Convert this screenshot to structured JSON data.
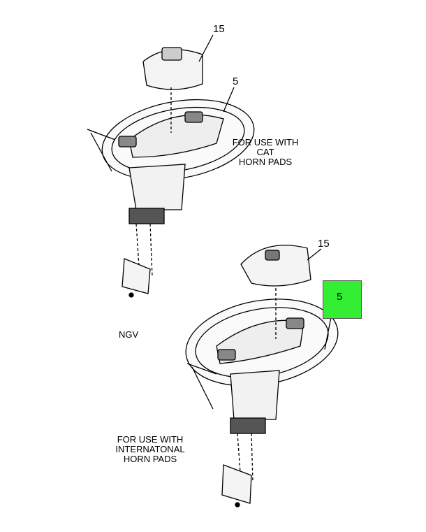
{
  "callouts": {
    "top_pad": "15",
    "top_wheel": "5",
    "bottom_pad": "15",
    "bottom_wheel": "5"
  },
  "notes": {
    "cat": "FOR USE WITH\nCAT\nHORN PADS",
    "ngv": "NGV",
    "international": "FOR USE WITH\nINTERNATONAL\nHORN PADS"
  },
  "colors": {
    "highlight": "#33ee33"
  }
}
